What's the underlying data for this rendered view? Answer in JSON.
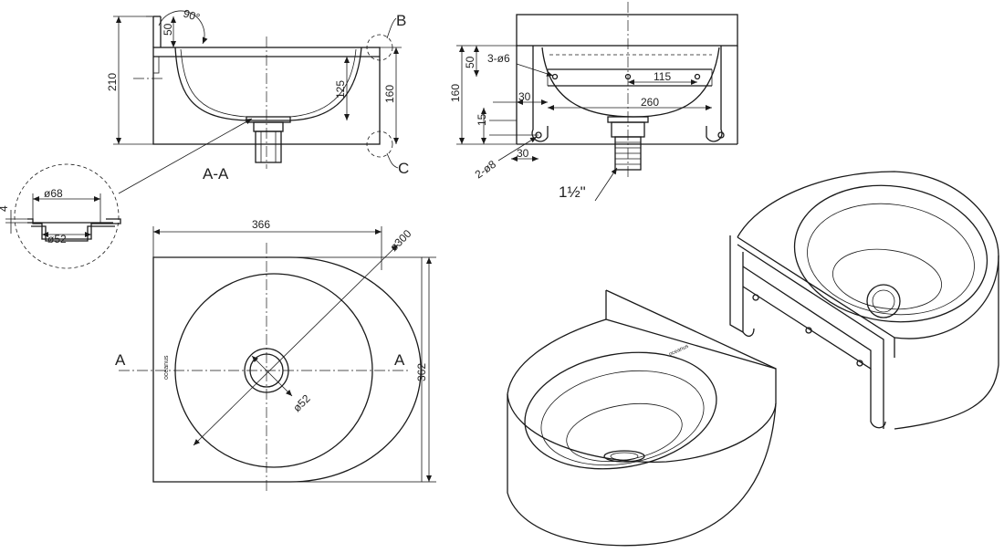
{
  "section_view": {
    "label": "A-A",
    "angle": "90°",
    "dims": {
      "top_offset": "50",
      "height": "210",
      "bowl_depth": "125",
      "side_height": "160"
    },
    "callouts": {
      "b": "B",
      "c": "C"
    }
  },
  "detail": {
    "outer_diameter": "ø68",
    "inner_diameter": "ø52",
    "thickness": "4"
  },
  "rear_view": {
    "dims": {
      "top": "50",
      "holes_top": "3-ø6",
      "hole_spacing": "115",
      "left_offset": "30",
      "width": "260",
      "height": "160",
      "bottom": "15",
      "holes_bottom": "2-ø8",
      "bottom_offset": "30"
    },
    "thread": "1½\""
  },
  "plan_view": {
    "width": "366",
    "depth": "362",
    "bowl_diameter": "ø300",
    "drain_diameter": "ø52",
    "section_marker_left": "A",
    "section_marker_right": "A"
  },
  "brand_mark": "oceanus"
}
